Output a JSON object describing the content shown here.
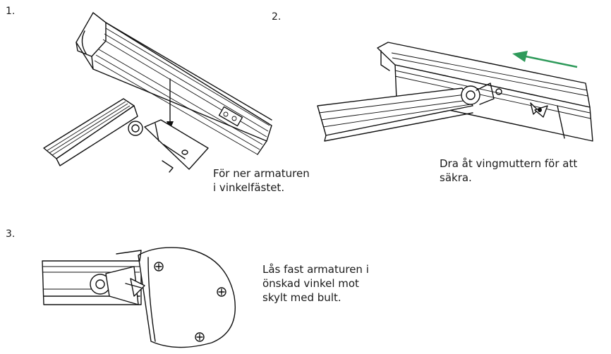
{
  "steps": [
    {
      "number": "1.",
      "caption": [
        "För ner armaturen",
        "i vinkelfästet."
      ]
    },
    {
      "number": "2.",
      "caption": [
        "Dra åt vingmuttern för att",
        "säkra."
      ]
    },
    {
      "number": "3.",
      "caption": [
        "Lås fast armaturen i",
        "önskad vinkel mot",
        "skylt med bult."
      ]
    }
  ],
  "colors": {
    "arrow_green": "#2e9a5a",
    "line": "#111111"
  }
}
